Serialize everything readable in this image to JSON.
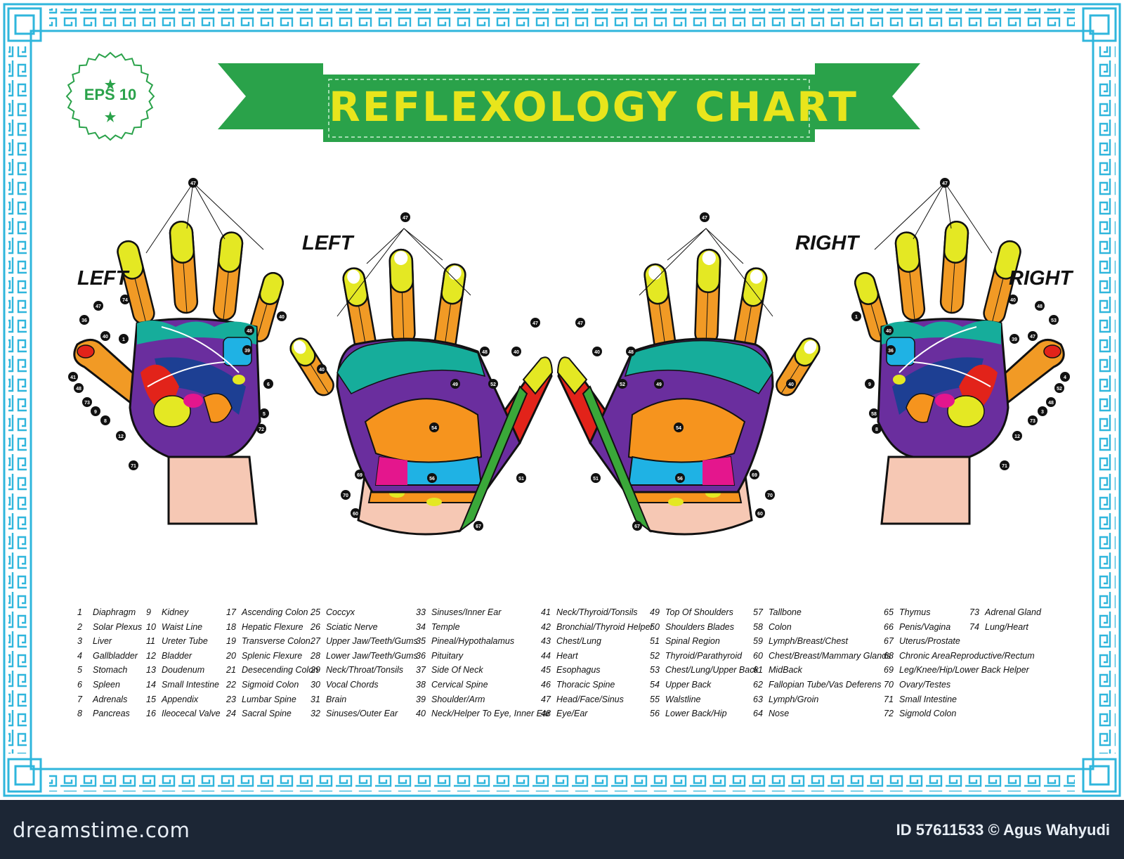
{
  "badge": {
    "text": "EPS 10"
  },
  "title": "REFLEXOLOGY CHART",
  "hands": {
    "left_back_label": "LEFT",
    "left_palm_label": "LEFT",
    "right_palm_label": "RIGHT",
    "right_back_label": "RIGHT"
  },
  "colors": {
    "frame": "#2fb6dc",
    "banner": "#2aa24a",
    "banner_dark": "#1f7f37",
    "title": "#e8e51c",
    "finger_tip": "#e4e823",
    "finger_mid": "#f19a25",
    "teal": "#16ad9b",
    "purple": "#6a2e9e",
    "orange": "#f6941e",
    "blue": "#1fb2e4",
    "magenta": "#e4168d",
    "green": "#3aa839",
    "navy": "#1d3f93",
    "red": "#e2231a",
    "skin": "#f6c8b4",
    "footer": "#1c2635"
  },
  "markers": {
    "left_back": [
      "47",
      "74",
      "36",
      "47",
      "40",
      "1",
      "40",
      "48",
      "39",
      "41",
      "48",
      "73",
      "9",
      "8",
      "6",
      "5",
      "72",
      "12",
      "71"
    ],
    "left_palm": [
      "47",
      "40",
      "48",
      "47",
      "40",
      "52",
      "49",
      "54",
      "69",
      "56",
      "51",
      "70",
      "60",
      "67"
    ],
    "right_palm": [
      "47",
      "47",
      "40",
      "52",
      "48",
      "49",
      "40",
      "54",
      "51",
      "56",
      "69",
      "70",
      "60",
      "67"
    ],
    "right_back": [
      "47",
      "40",
      "53",
      "48",
      "47",
      "39",
      "1",
      "40",
      "36",
      "4",
      "52",
      "48",
      "3",
      "73",
      "9",
      "58",
      "8",
      "12",
      "71"
    ]
  },
  "legend": [
    [
      [
        "1",
        "Diaphragm"
      ],
      [
        "2",
        "Solar Plexus"
      ],
      [
        "3",
        "Liver"
      ],
      [
        "4",
        "Gallbladder"
      ],
      [
        "5",
        "Stomach"
      ],
      [
        "6",
        "Spleen"
      ],
      [
        "7",
        "Adrenals"
      ],
      [
        "8",
        "Pancreas"
      ]
    ],
    [
      [
        "9",
        "Kidney"
      ],
      [
        "10",
        "Waist Line"
      ],
      [
        "11",
        "Ureter Tube"
      ],
      [
        "12",
        "Bladder"
      ],
      [
        "13",
        "Doudenum"
      ],
      [
        "14",
        "Small Intestine"
      ],
      [
        "15",
        "Appendix"
      ],
      [
        "16",
        "Ileocecal Valve"
      ]
    ],
    [
      [
        "17",
        "Ascending Colon"
      ],
      [
        "18",
        "Hepatic Flexure"
      ],
      [
        "19",
        "Transverse Colon"
      ],
      [
        "20",
        "Splenic Flexure"
      ],
      [
        "21",
        "Desecending Colon"
      ],
      [
        "22",
        "Sigmoid Colon"
      ],
      [
        "23",
        "Lumbar Spine"
      ],
      [
        "24",
        "Sacral Spine"
      ]
    ],
    [
      [
        "25",
        "Coccyx"
      ],
      [
        "26",
        "Sciatic Nerve"
      ],
      [
        "27",
        "Upper Jaw/Teeth/Gums"
      ],
      [
        "28",
        "Lower Jaw/Teeth/Gums"
      ],
      [
        "29",
        "Neck/Throat/Tonsils"
      ],
      [
        "30",
        "Vocal Chords"
      ],
      [
        "31",
        "Brain"
      ],
      [
        "32",
        "Sinuses/Outer Ear"
      ]
    ],
    [
      [
        "33",
        "Sinuses/Inner Ear"
      ],
      [
        "34",
        "Temple"
      ],
      [
        "35",
        "Pineal/Hypothalamus"
      ],
      [
        "36",
        "Pituitary"
      ],
      [
        "37",
        "Side Of Neck"
      ],
      [
        "38",
        "Cervical Spine"
      ],
      [
        "39",
        "Shoulder/Arm"
      ],
      [
        "40",
        "Neck/Helper To Eye, Inner Ear"
      ]
    ],
    [
      [
        "41",
        "Neck/Thyroid/Tonsils"
      ],
      [
        "42",
        "Bronchial/Thyroid Helper"
      ],
      [
        "43",
        "Chest/Lung"
      ],
      [
        "44",
        "Heart"
      ],
      [
        "45",
        "Esophagus"
      ],
      [
        "46",
        "Thoracic Spine"
      ],
      [
        "47",
        "Head/Face/Sinus"
      ],
      [
        "48",
        "Eye/Ear"
      ]
    ],
    [
      [
        "49",
        "Top Of Shoulders"
      ],
      [
        "50",
        "Shoulders Blades"
      ],
      [
        "51",
        "Spinal Region"
      ],
      [
        "52",
        "Thyroid/Parathyroid"
      ],
      [
        "53",
        "Chest/Lung/Upper Back"
      ],
      [
        "54",
        "Upper Back"
      ],
      [
        "55",
        "Walstline"
      ],
      [
        "56",
        "Lower Back/Hip"
      ]
    ],
    [
      [
        "57",
        "Tallbone"
      ],
      [
        "58",
        "Colon"
      ],
      [
        "59",
        "Lymph/Breast/Chest"
      ],
      [
        "60",
        "Chest/Breast/Mammary Glands"
      ],
      [
        "61",
        "MidBack"
      ],
      [
        "62",
        "Fallopian Tube/Vas Deferens"
      ],
      [
        "63",
        "Lymph/Groin"
      ],
      [
        "64",
        "Nose"
      ]
    ],
    [
      [
        "65",
        "Thymus"
      ],
      [
        "66",
        "Penis/Vagina"
      ],
      [
        "67",
        "Uterus/Prostate"
      ],
      [
        "68",
        "Chronic AreaReproductive/Rectum"
      ],
      [
        "69",
        "Leg/Knee/Hip/Lower Back Helper"
      ],
      [
        "70",
        "Ovary/Testes"
      ],
      [
        "71",
        "Small Intestine"
      ],
      [
        "72",
        "Sigmold Colon"
      ]
    ],
    [
      [
        "73",
        "Adrenal Gland"
      ],
      [
        "74",
        "Lung/Heart"
      ]
    ]
  ],
  "footer": {
    "logo": "dreamstime.com",
    "id_text": "ID 57611533 © Agus Wahyudi"
  }
}
